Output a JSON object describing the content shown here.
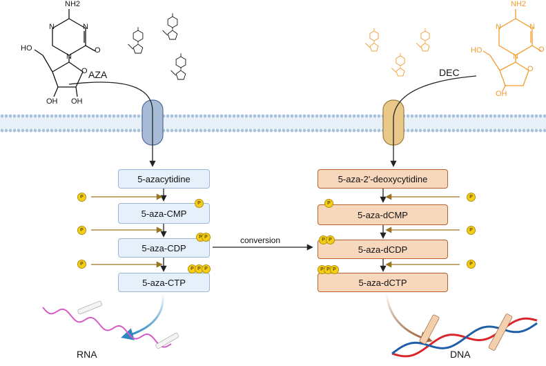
{
  "drugs": {
    "aza": "AZA",
    "dec": "DEC"
  },
  "nh2": "NH2",
  "oh": "OH",
  "ho": "HO",
  "o": "O",
  "n": "N",
  "p_label": "P",
  "aza_pathway": [
    "5-azacytidine",
    "5-aza-CMP",
    "5-aza-CDP",
    "5-aza-CTP"
  ],
  "dec_pathway": [
    "5-aza-2'-deoxycytidine",
    "5-aza-dCMP",
    "5-aza-dCDP",
    "5-aza-dCTP"
  ],
  "conversion_label": "conversion",
  "products": {
    "rna": "RNA",
    "dna": "DNA"
  },
  "colors": {
    "blue_box_fill": "#e6f0fa",
    "blue_box_border": "#9bb6d4",
    "orange_box_fill": "#f8d8bc",
    "orange_box_border": "#b5622a",
    "phosphate": "#f4cf19",
    "phosphate_arrow": "#9a7420",
    "membrane": "#a8c3de",
    "aza_channel": "#a8bcd8",
    "dec_channel": "#e9c98a",
    "dec_structure": "#f39a2c",
    "rna": "#d65bc6",
    "dna_red": "#d9262b",
    "dna_blue": "#1f5ea8",
    "rna_arrow": "#2c86c2",
    "dna_arrow": "#a0643a"
  }
}
